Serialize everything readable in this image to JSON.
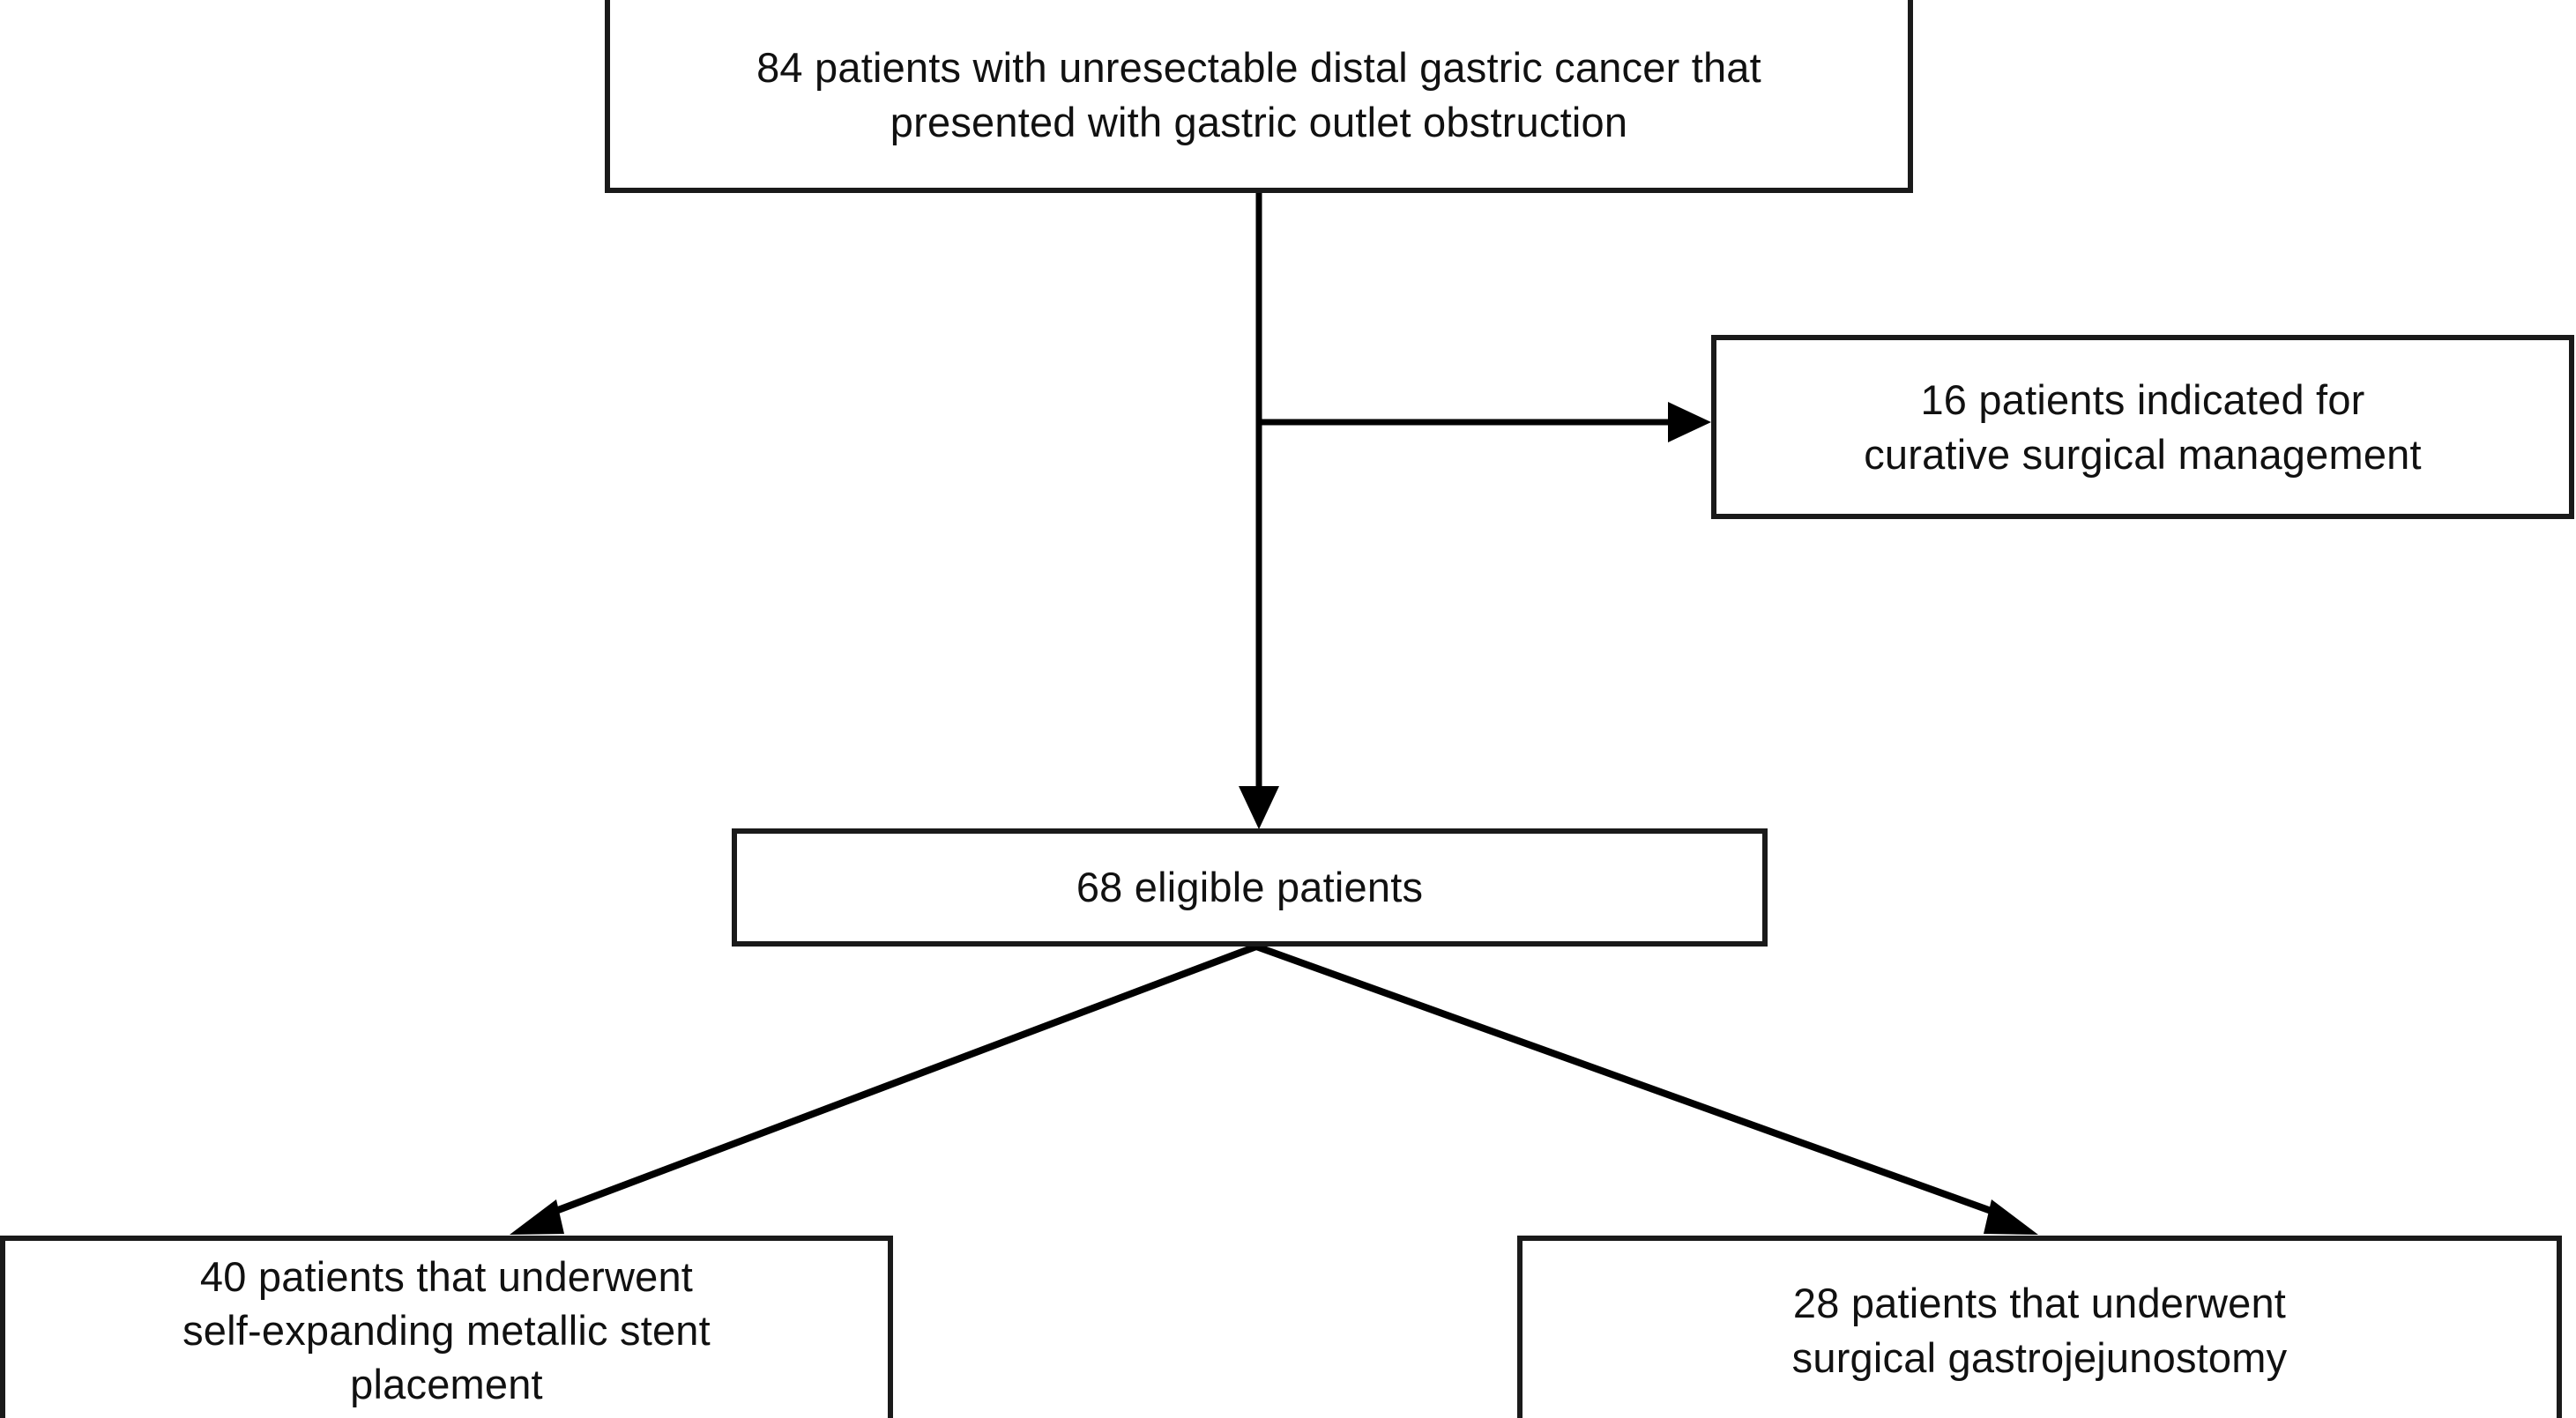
{
  "diagram": {
    "type": "flowchart",
    "title": "Patient enrollment flow for unresectable distal gastric cancer with gastric outlet obstruction",
    "orientation": "top-down",
    "colors": {
      "box_border": "#1a1a1a",
      "box_fill": "#ffffff",
      "connector": "#000000",
      "text": "#111111",
      "background": "#ffffff"
    },
    "nodes": [
      {
        "id": "source",
        "name": "source-cohort",
        "count": 84,
        "text": "84 patients with unresectable distal gastric cancer that\npresented with gastric outlet obstruction",
        "lines": [
          "84 patients with unresectable distal gastric cancer that",
          "presented with gastric outlet obstruction"
        ]
      },
      {
        "id": "excluded",
        "name": "excluded-curative-surgery",
        "count": 16,
        "text": "16 patients indicated for\ncurative surgical management",
        "lines": [
          "16 patients indicated for",
          "curative surgical management"
        ]
      },
      {
        "id": "eligible",
        "name": "eligible-cohort",
        "count": 68,
        "text": "68 eligible patients",
        "lines": [
          "68 eligible patients"
        ]
      },
      {
        "id": "stent",
        "name": "stent-arm",
        "count": 40,
        "text": "40 patients that underwent\nself-expanding metallic stent\nplacement",
        "lines": [
          "40 patients that underwent",
          "self-expanding metallic stent",
          "placement"
        ]
      },
      {
        "id": "gastrojejunostomy",
        "name": "gastrojejunostomy-arm",
        "count": 28,
        "text": "28 patients that underwent\nsurgical gastrojejunostomy",
        "lines": [
          "28 patients that underwent",
          "surgical gastrojejunostomy"
        ]
      }
    ],
    "connectors": [
      {
        "id": "source-to-eligible",
        "name": "arrow-source-to-eligible",
        "from": "source",
        "to": "eligible",
        "style": "straight-vertical",
        "arrowhead": "down"
      },
      {
        "id": "source-to-excluded",
        "name": "arrow-source-to-excluded",
        "from": "source",
        "to": "excluded",
        "style": "elbow-horizontal",
        "arrowhead": "right"
      },
      {
        "id": "eligible-to-stent",
        "name": "arrow-eligible-to-stent",
        "from": "eligible",
        "to": "stent",
        "style": "diagonal",
        "arrowhead": "down-left"
      },
      {
        "id": "eligible-to-gastrojejunostomy",
        "name": "arrow-eligible-to-gastrojejunostomy",
        "from": "eligible",
        "to": "gastrojejunostomy",
        "style": "diagonal",
        "arrowhead": "down-right"
      }
    ]
  }
}
